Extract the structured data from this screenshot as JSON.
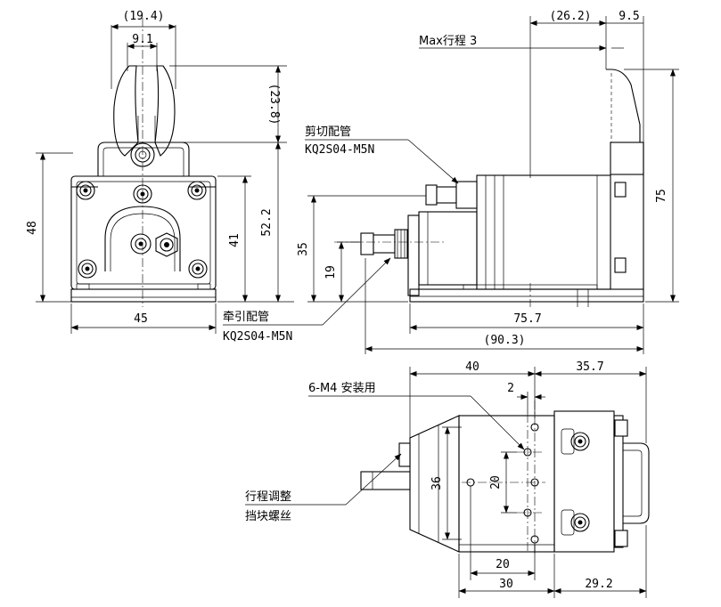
{
  "front_view": {
    "dim_top_width": "(19.4)",
    "dim_jaw_offset": "9.1",
    "dim_jaw_height": "(23.8)",
    "dim_total_height": "48",
    "dim_body_height": "41",
    "dim_pivot_height": "52.2",
    "dim_base_width": "45"
  },
  "side_view": {
    "dim_top_offset": "(26.2)",
    "dim_top_small": "9.5",
    "max_stroke_label": "Max行程 3",
    "dim_height": "75",
    "dim_upper_port": "35",
    "dim_lower_port": "19",
    "dim_body_length": "75.7",
    "dim_overall_length": "(90.3)"
  },
  "top_view": {
    "dim_left_width": "40",
    "dim_right_width": "35.7",
    "dim_hole_offset": "2",
    "dim_hole_pitch_v": "20",
    "dim_height": "36",
    "dim_bottom_inner": "20",
    "dim_bottom_left": "30",
    "dim_bottom_right": "29.2"
  },
  "callouts": {
    "cut_pipe_title": "剪切配管",
    "cut_pipe_part": "KQ2S04-M5N",
    "pull_pipe_title": "牵引配管",
    "pull_pipe_part": "KQ2S04-M5N",
    "mount_holes": "6-M4 安装用",
    "stroke_adjust_line1": "行程调整",
    "stroke_adjust_line2": "挡块螺丝"
  }
}
